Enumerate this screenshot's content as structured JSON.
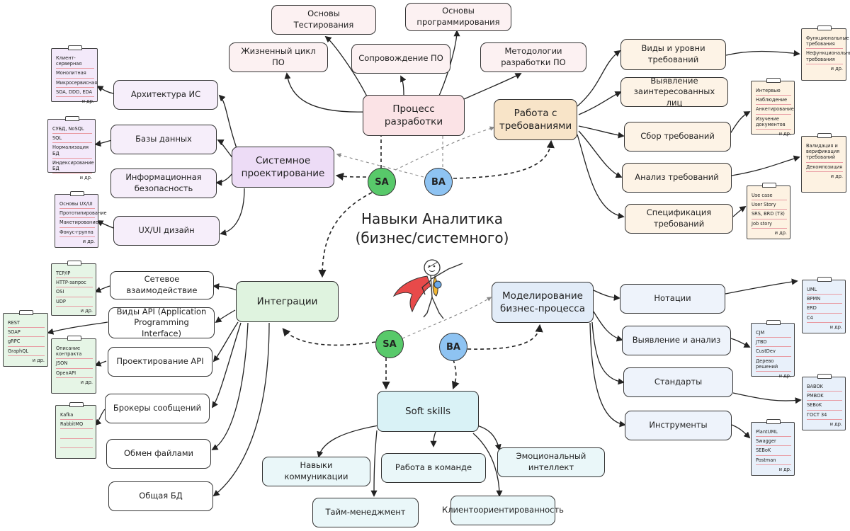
{
  "title_lines": [
    "Навыки Аналитика",
    "(бизнес/системного)"
  ],
  "badges": {
    "sa": "SA",
    "ba": "BA"
  },
  "nodes": {
    "process": "Процесс разработки",
    "requirements": "Работа с требованиями",
    "sysdesign": "Системное проектирование",
    "integrations": "Интеграции",
    "bpm": "Моделирование бизнес-процесса",
    "soft": "Soft skills",
    "osnovy_test": "Основы Тестирования",
    "osnovy_prog": "Основы программирования",
    "lifecycle": "Жизненный цикл ПО",
    "support": "Сопровождение ПО",
    "methods": "Методологии разработки ПО",
    "req_types": "Виды и уровни требований",
    "stakeholders": "Выявление заинтересованных лиц",
    "req_collect": "Сбор требований",
    "req_analysis": "Анализ требований",
    "req_spec": "Спецификация требований",
    "arch": "Архитектура ИС",
    "db": "Базы данных",
    "infosec": "Информационная безопасность",
    "uxui": "UX/UI дизайн",
    "network": "Сетевое взаимодействие",
    "api_types": "Виды API (Application Programming Interface)",
    "api_design": "Проектирование API",
    "brokers": "Брокеры сообщений",
    "files": "Обмен файлами",
    "shared_db": "Общая БД",
    "notations": "Нотации",
    "detect": "Выявление и анализ",
    "standards": "Стандарты",
    "tools": "Инструменты",
    "comm": "Навыки коммуникации",
    "team": "Работа в команде",
    "ei": "Эмоциональный интеллект",
    "time": "Тайм-менеджмент",
    "client": "Клиентоориентированность"
  },
  "notes": {
    "arch": {
      "items": [
        "Клиент-серверная",
        "Монолитная",
        "Микросервисная",
        "SOA, DDD, EDA"
      ],
      "more": "и др."
    },
    "db": {
      "items": [
        "СУБД, NoSQL",
        "SQL",
        "Нормализация БД",
        "Индексирование БД"
      ],
      "more": "и др."
    },
    "uxui": {
      "items": [
        "Основы UX/UI",
        "Прототипирование",
        "Макетирование",
        "Фокус-группа"
      ],
      "more": "и др."
    },
    "network": {
      "items": [
        "TCP/IP",
        "HTTP-запрос",
        "OSI",
        "UDP"
      ],
      "more": "и др."
    },
    "api_types": {
      "items": [
        "REST",
        "SOAP",
        "gRPC",
        "GraphQL"
      ],
      "more": "и др."
    },
    "api_design": {
      "items": [
        "Описание контракта",
        "JSON",
        "OpenAPI"
      ],
      "more": "и др."
    },
    "brokers": {
      "items": [
        "Kafka",
        "RabbitMQ"
      ],
      "more": ""
    },
    "req_types": {
      "items": [
        "Функциональные требования",
        "Нефункциональные требования"
      ],
      "more": "и др."
    },
    "req_collect": {
      "items": [
        "Интервью",
        "Наблюдение",
        "Анкетирование",
        "Изучение документов"
      ],
      "more": "и др."
    },
    "req_analysis": {
      "items": [
        "Валидация и верификация требований",
        "Декомпозиция"
      ],
      "more": "и др."
    },
    "req_spec": {
      "items": [
        "Use case",
        "User Story",
        "SRS, BRD (ТЗ)",
        "Job story"
      ],
      "more": "и др."
    },
    "notations": {
      "items": [
        "UML",
        "BPMN",
        "ERD",
        "C4"
      ],
      "more": "и др."
    },
    "detect": {
      "items": [
        "CJM",
        "JTBD",
        "CustDev",
        "Дерево решений"
      ],
      "more": "и др."
    },
    "standards": {
      "items": [
        "BABOK",
        "PMBOK",
        "SEBoK",
        "ГОСТ 34"
      ],
      "more": "и др."
    },
    "tools": {
      "items": [
        "PlantUML",
        "Swagger",
        "SEBoK",
        "Postman"
      ],
      "more": "и др."
    }
  }
}
